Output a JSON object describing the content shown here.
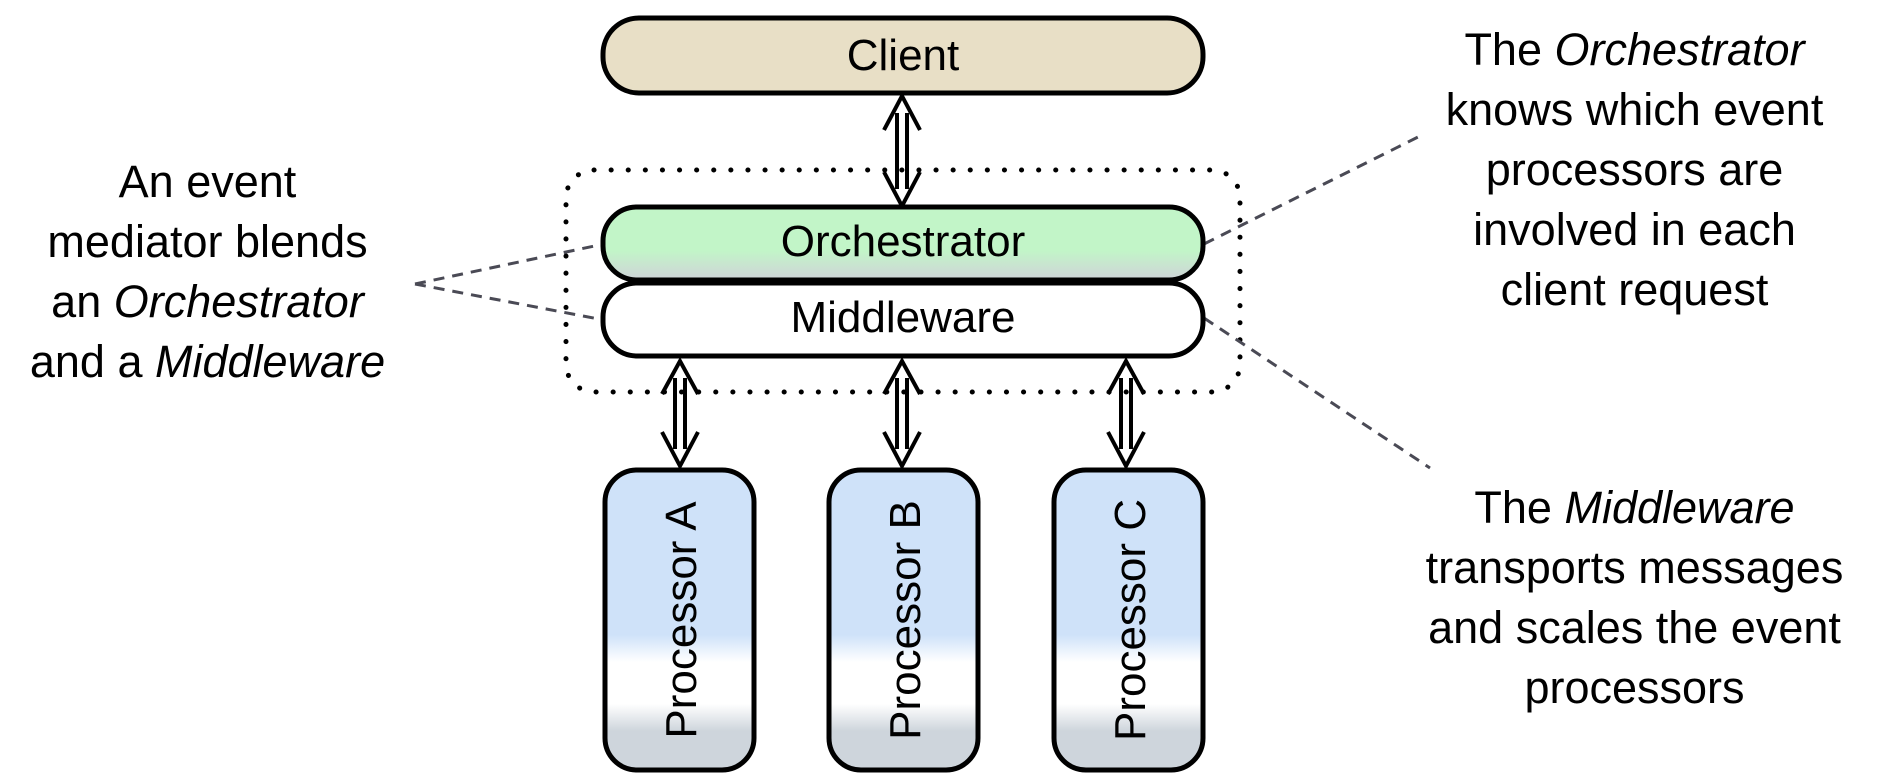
{
  "nodes": {
    "client": "Client",
    "orchestrator": "Orchestrator",
    "middleware": "Middleware",
    "processor_a": "Processor A",
    "processor_b": "Processor B",
    "processor_c": "Processor C"
  },
  "notes": {
    "left": {
      "line1": "An event",
      "line2": "mediator blends",
      "line3_pre": "an ",
      "line3_em": "Orchestrator",
      "line4_pre": "and a ",
      "line4_em": "Middleware"
    },
    "right_top": {
      "line1_pre": "The ",
      "line1_em": "Orchestrator",
      "line2": "knows which event",
      "line3": "processors are",
      "line4": "involved in each",
      "line5": "client request"
    },
    "right_bottom": {
      "line1_pre": "The ",
      "line1_em": "Middleware",
      "line2": "transports messages",
      "line3": "and scales the event",
      "line4": "processors"
    }
  },
  "colors": {
    "client_fill": "#e8dfc6",
    "orchestrator_fill": "#c2f5c8",
    "middleware_fill": "#ffffff",
    "processor_fill_top": "#cfe2f9",
    "processor_fill_bottom": "#cdd3d8",
    "stroke": "#000000",
    "leader_line": "#4a4a55"
  }
}
